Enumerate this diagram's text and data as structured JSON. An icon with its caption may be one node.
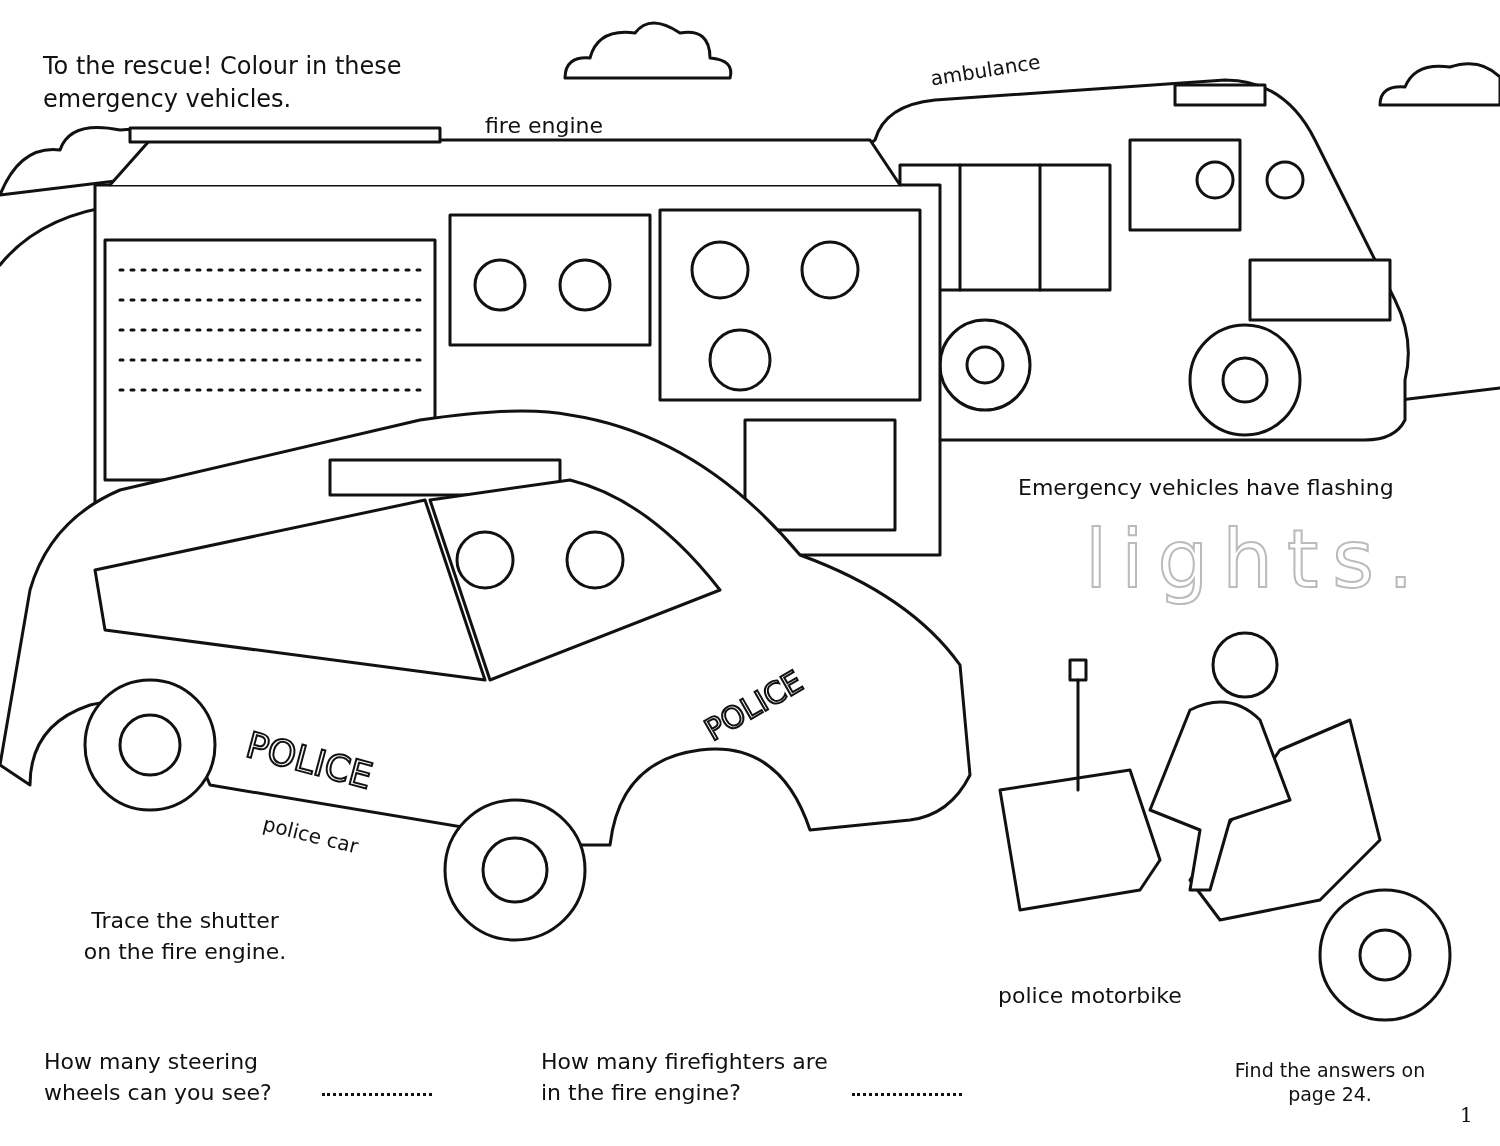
{
  "diagram": {
    "title": "To the rescue! Colour in these emergency vehicles.",
    "labels": [
      "ambulance",
      "fire engine",
      "Emergency vehicles have flashing",
      "lights.",
      "POLICE",
      "POLICE",
      "police car",
      "Trace the shutter on the fire engine.",
      "police motorbike",
      "How many steering wheels can you see?",
      "How many firefighters are in the fire engine?",
      "Find the answers on page 24.",
      "1"
    ]
  }
}
